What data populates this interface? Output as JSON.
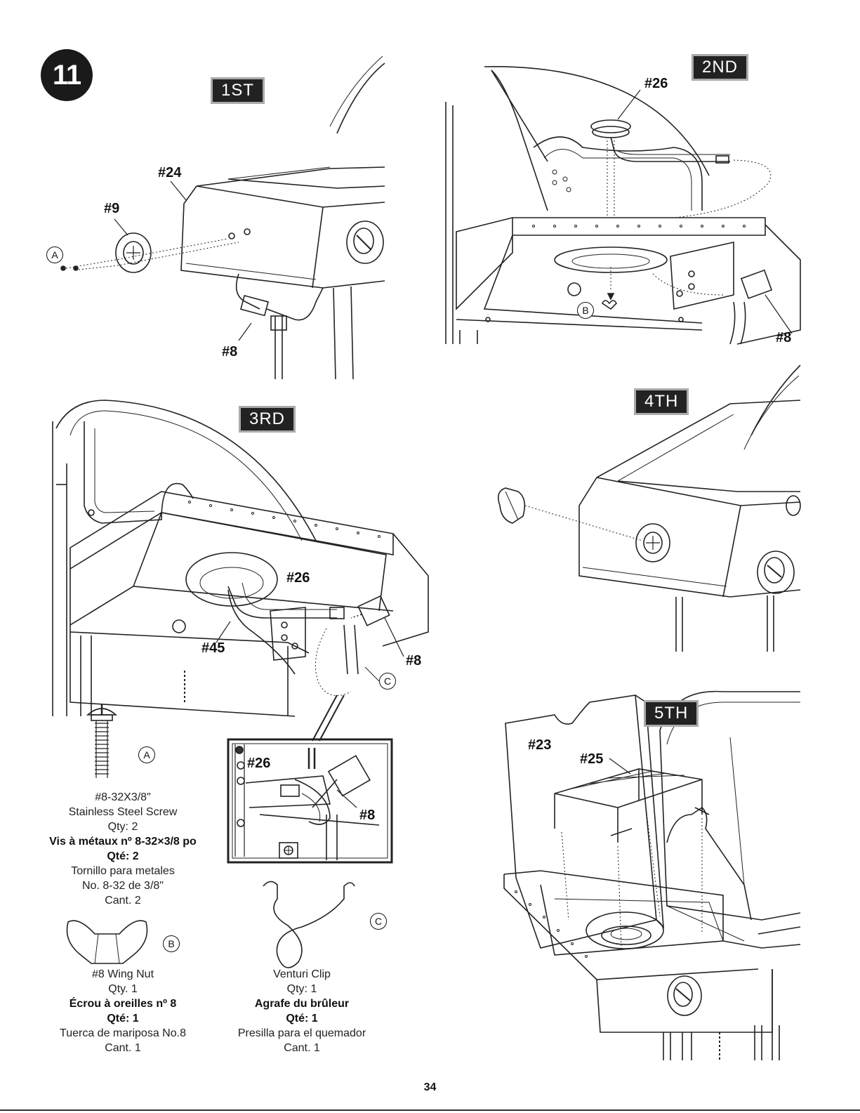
{
  "step_number": "11",
  "panels": [
    {
      "id": "1st",
      "label": "1ST",
      "callouts": [
        "#24",
        "#9",
        "#8"
      ],
      "letter": "A"
    },
    {
      "id": "2nd",
      "label": "2ND",
      "callouts": [
        "#26",
        "#8"
      ],
      "letter": "B"
    },
    {
      "id": "3rd",
      "label": "3RD",
      "callouts": [
        "#26",
        "#45",
        "#8"
      ],
      "letter": "C",
      "inset_callouts": [
        "#26",
        "#8"
      ]
    },
    {
      "id": "4th",
      "label": "4TH",
      "callouts": []
    },
    {
      "id": "5th",
      "label": "5TH",
      "callouts": [
        "#23",
        "#25"
      ]
    }
  ],
  "hardware": {
    "screw": {
      "letter": "A",
      "size": "#8-32X3/8\"",
      "en_name": "Stainless Steel Screw",
      "en_qty": "Qty: 2",
      "fr_name": "Vis à métaux nº 8-32×3/8 po",
      "fr_qty": "Qté: 2",
      "es_name_1": "Tornillo para metales",
      "es_name_2": "No. 8-32 de 3/8\"",
      "es_qty": "Cant. 2"
    },
    "wing_nut": {
      "letter": "B",
      "en_name": "#8 Wing Nut",
      "en_qty": "Qty. 1",
      "fr_name": "Écrou à oreilles nº 8",
      "fr_qty": "Qté: 1",
      "es_name": "Tuerca de mariposa No.8",
      "es_qty": "Cant. 1"
    },
    "venturi_clip": {
      "letter": "C",
      "en_name": "Venturi Clip",
      "en_qty": "Qty: 1",
      "fr_name": "Agrafe du brûleur",
      "fr_qty": "Qté: 1",
      "es_name": "Presilla para el quemador",
      "es_qty": "Cant. 1"
    }
  },
  "page_number": "34"
}
